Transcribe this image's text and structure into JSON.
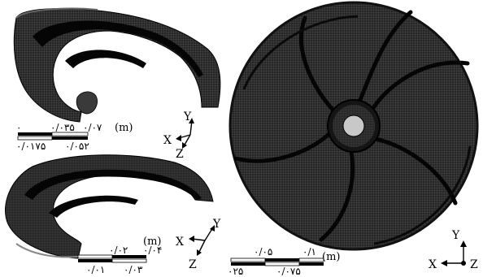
{
  "meshes": {
    "top_left": {
      "scale": {
        "tick0": "۰",
        "tick1": "۰/۰۳۵",
        "tick2": "۰/۰۷",
        "tick_a": "۰/۰۱۷۵",
        "tick_b": "۰/۰۵۲",
        "unit": "(m)"
      },
      "axes": {
        "y": "Y",
        "x": "X",
        "z": "Z"
      }
    },
    "bottom_left": {
      "scale": {
        "tick1": "۰/۰۲",
        "tick2": "۰/۰۴",
        "tick_a": "۰/۰۱",
        "tick_b": "۰/۰۳",
        "unit": "(m)"
      },
      "axes": {
        "y": "Y",
        "x": "X",
        "z": "Z"
      }
    },
    "right": {
      "scale": {
        "tick1": "۰/۰۵",
        "tick2": "۰/۱",
        "tick_a": "۰۲۵",
        "tick_b": "۰/۰۷۵",
        "unit": "(m)"
      },
      "axes": {
        "y": "Y",
        "x": "X",
        "z": "Z"
      }
    }
  },
  "colors": {
    "mesh_fill": "#1f1f1f",
    "mesh_grid": "#5a5a5a",
    "blade": "#050505",
    "hub": "#c8c8c8"
  }
}
